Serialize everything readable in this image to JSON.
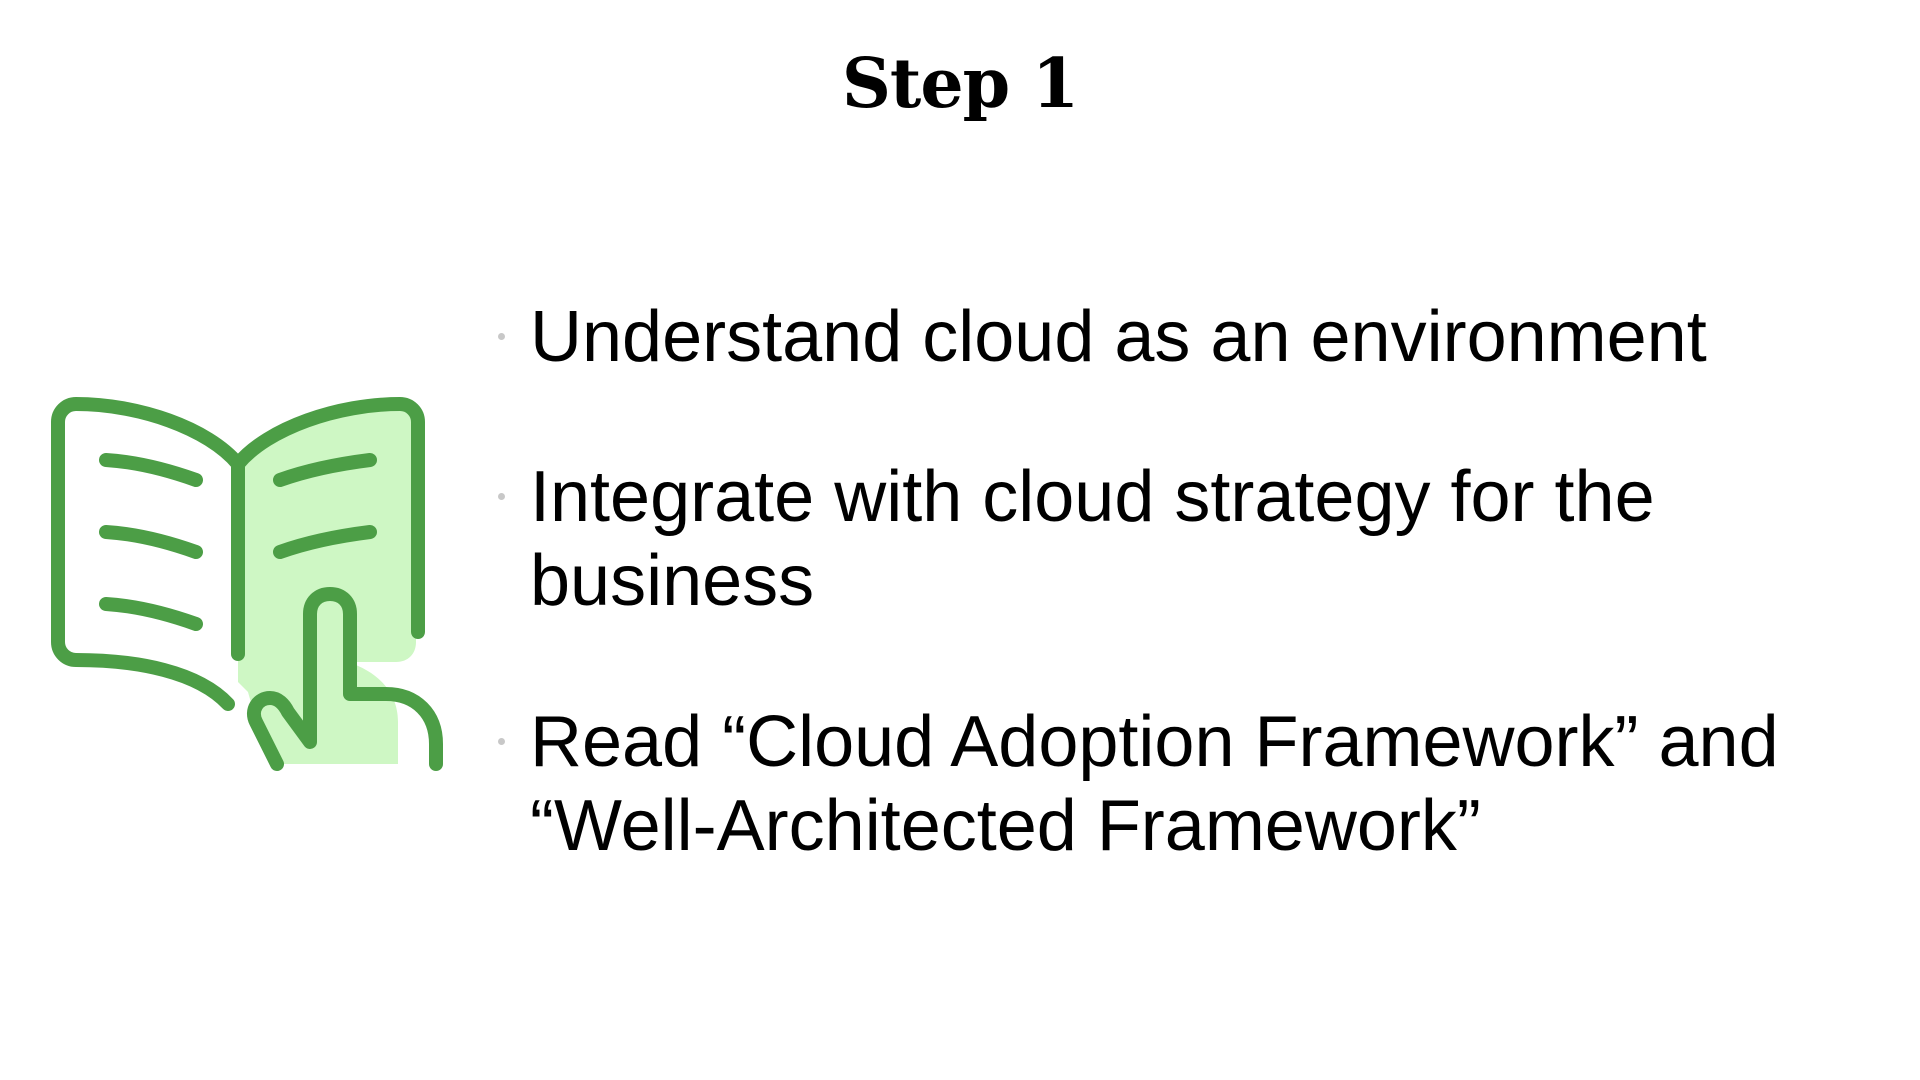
{
  "slide": {
    "title": "Step 1",
    "icon": {
      "name": "book-pointer-icon",
      "stroke_color": "#4c9e46",
      "fill_color": "#cef7c4"
    },
    "bullets": [
      "Understand cloud as an environment",
      "Integrate with cloud strategy for the business",
      "Read “Cloud Adoption Framework” and “Well-Architected Framework”"
    ],
    "bullet_color": "#c8c8c8"
  }
}
